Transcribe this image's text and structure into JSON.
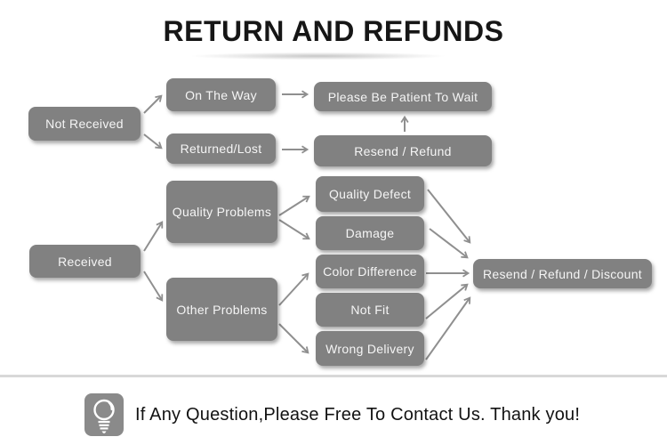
{
  "title": "RETURN AND REFUNDS",
  "colors": {
    "node_background": "#818181",
    "node_text": "#f5f5f5",
    "arrow": "#8f8f8f",
    "divider": "#d8d8d8",
    "title_text": "#161616",
    "footer_text": "#121212",
    "icon_background": "#8a8a8a"
  },
  "nodes": {
    "not_received": "Not Received",
    "on_the_way": "On The Way",
    "returned_lost": "Returned/Lost",
    "please_wait": "Please Be Patient To Wait",
    "resend_refund": "Resend / Refund",
    "received": "Received",
    "quality_problems": "Quality Problems",
    "other_problems": "Other Problems",
    "quality_defect": "Quality Defect",
    "damage": "Damage",
    "color_difference": "Color Difference",
    "not_fit": "Not Fit",
    "wrong_delivery": "Wrong Delivery",
    "resend_refund_discount": "Resend / Refund / Discount"
  },
  "edges": [
    {
      "from": "not_received",
      "to": "on_the_way"
    },
    {
      "from": "not_received",
      "to": "returned_lost"
    },
    {
      "from": "on_the_way",
      "to": "please_wait"
    },
    {
      "from": "returned_lost",
      "to": "resend_refund"
    },
    {
      "from": "resend_refund",
      "to": "please_wait"
    },
    {
      "from": "received",
      "to": "quality_problems"
    },
    {
      "from": "received",
      "to": "other_problems"
    },
    {
      "from": "quality_problems",
      "to": "quality_defect"
    },
    {
      "from": "quality_problems",
      "to": "damage"
    },
    {
      "from": "other_problems",
      "to": "color_difference"
    },
    {
      "from": "other_problems",
      "to": "wrong_delivery"
    },
    {
      "from": "quality_defect",
      "to": "resend_refund_discount"
    },
    {
      "from": "damage",
      "to": "resend_refund_discount"
    },
    {
      "from": "color_difference",
      "to": "resend_refund_discount"
    },
    {
      "from": "not_fit",
      "to": "resend_refund_discount"
    },
    {
      "from": "wrong_delivery",
      "to": "resend_refund_discount"
    }
  ],
  "footer": {
    "message": "If Any Question,Please Free To Contact Us. Thank you!",
    "icon": "lightbulb-icon"
  }
}
